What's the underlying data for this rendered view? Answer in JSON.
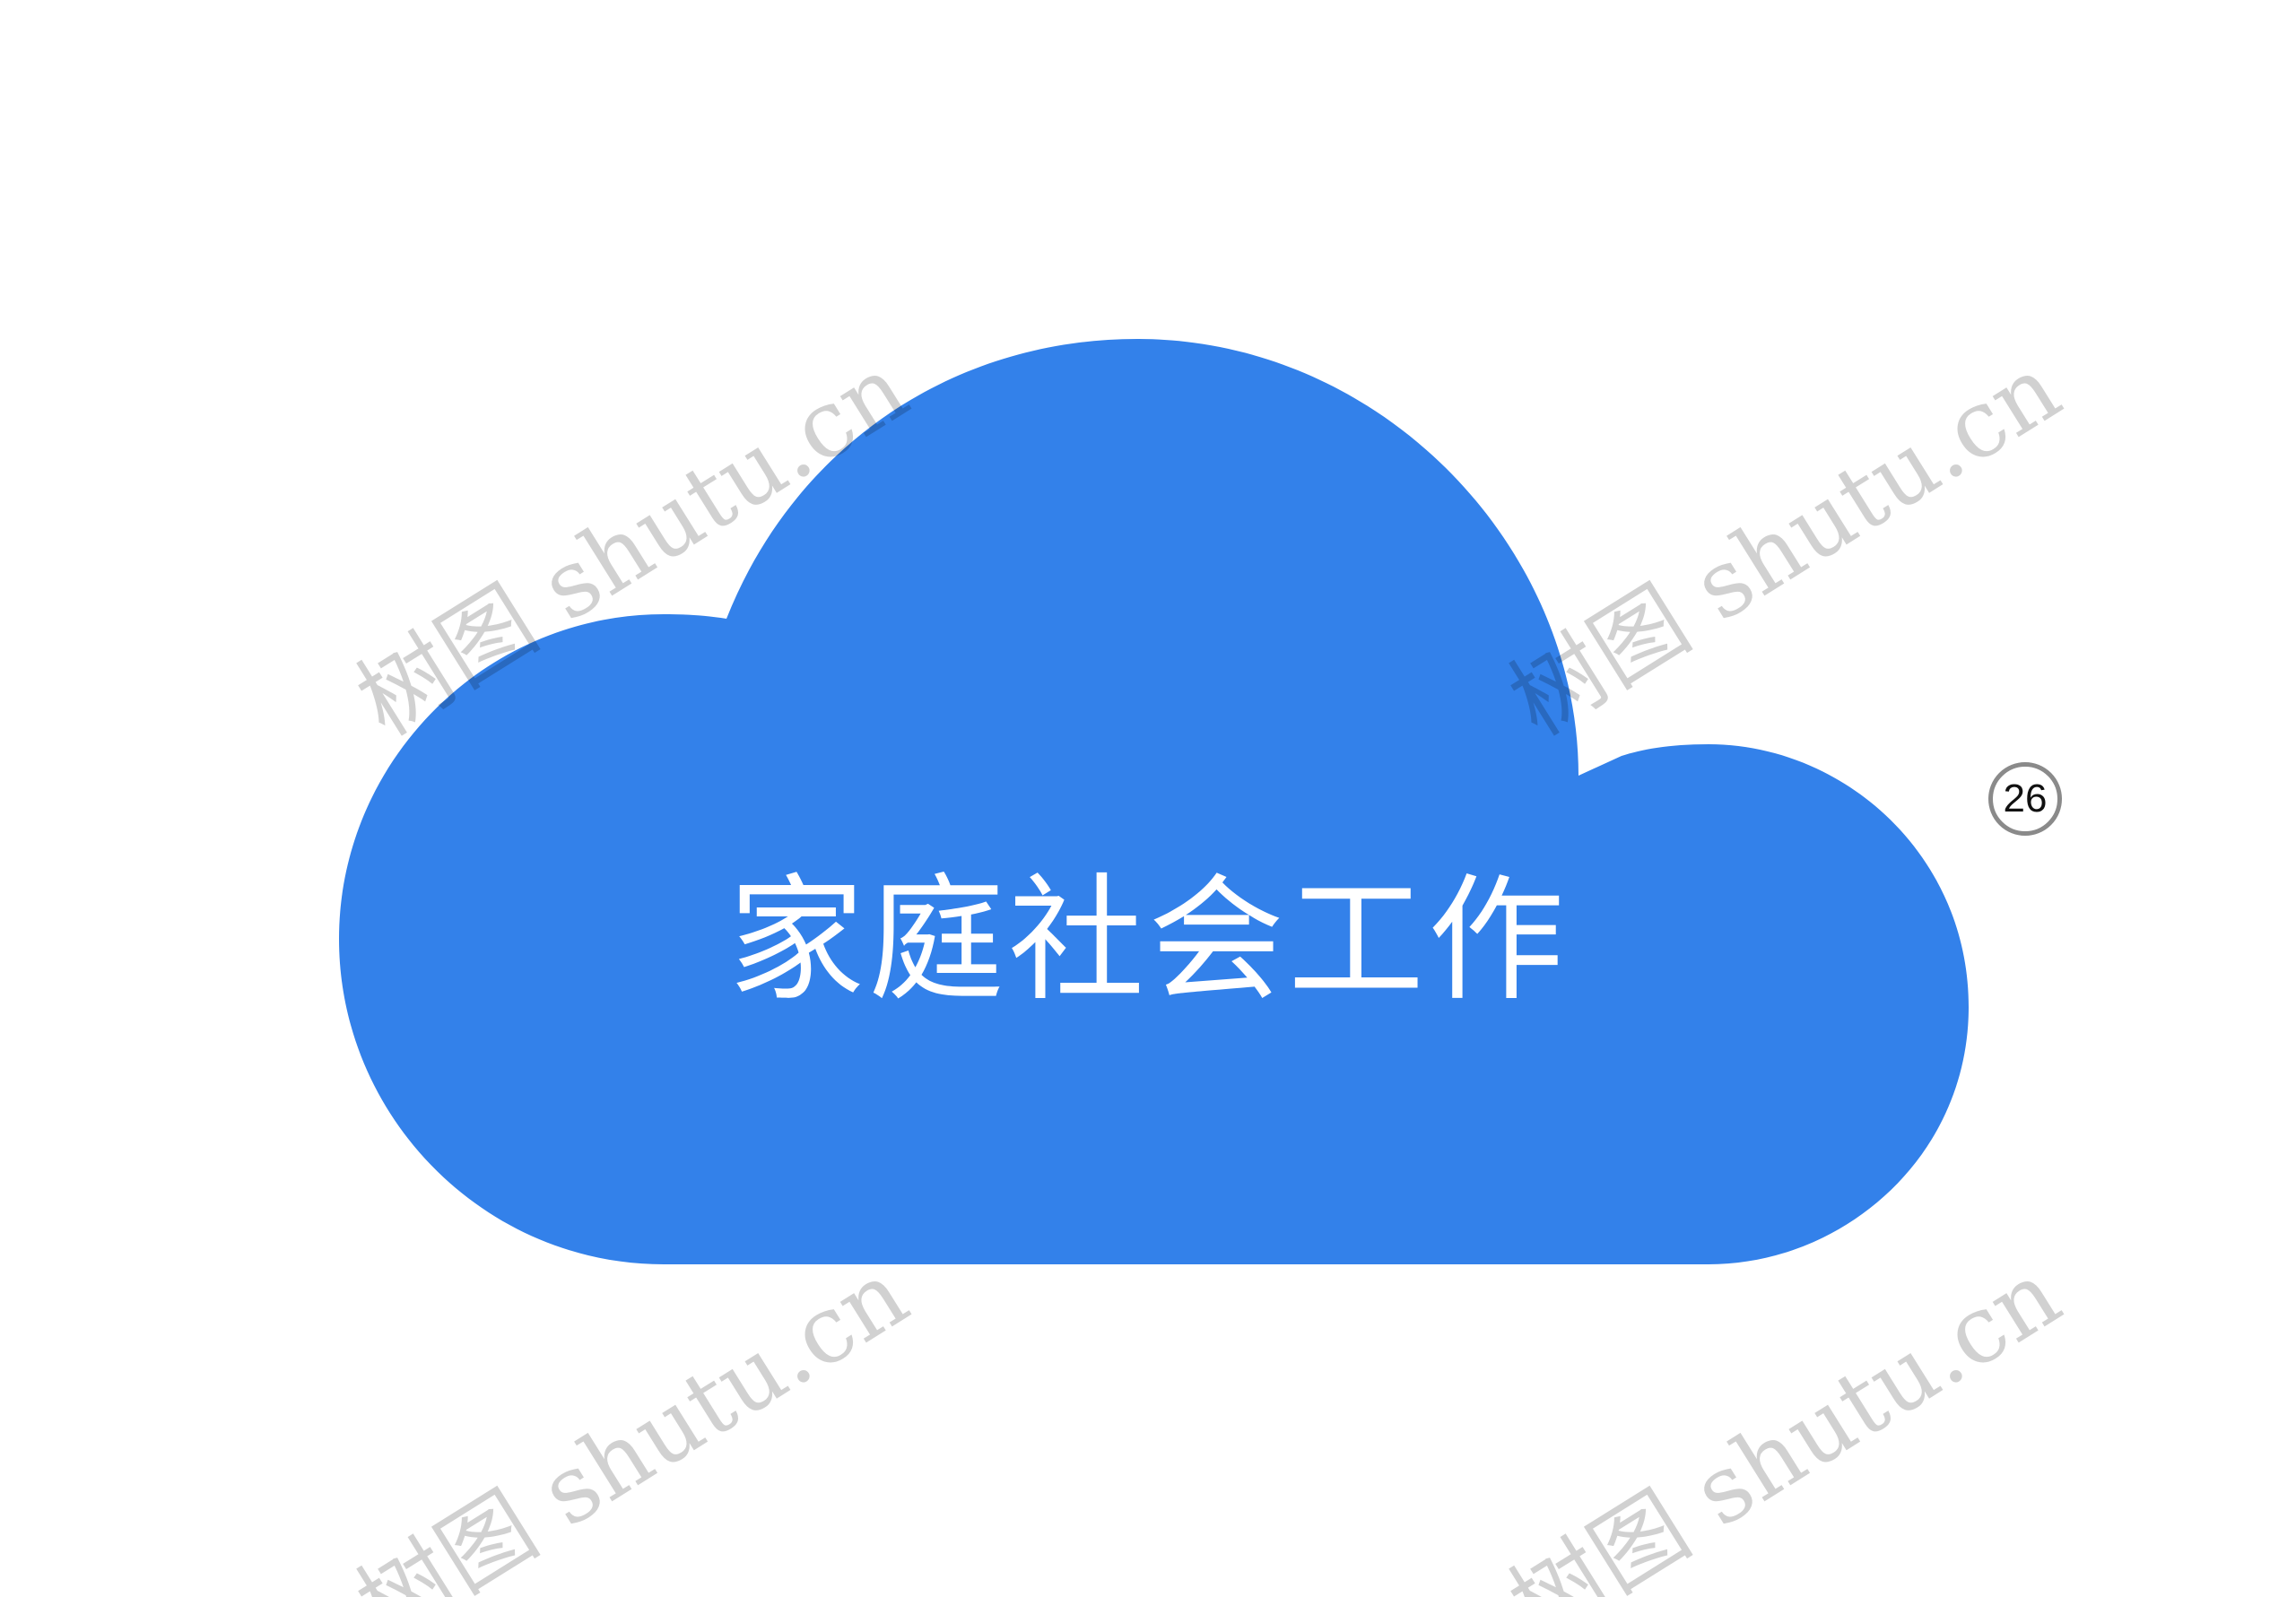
{
  "diagram": {
    "node_text": "家庭社会工作",
    "badge_number": "26",
    "cloud_color": "#3381ea",
    "badge_border_color": "#8a8a8a"
  },
  "watermark": {
    "text": "树图 shutu.cn"
  }
}
